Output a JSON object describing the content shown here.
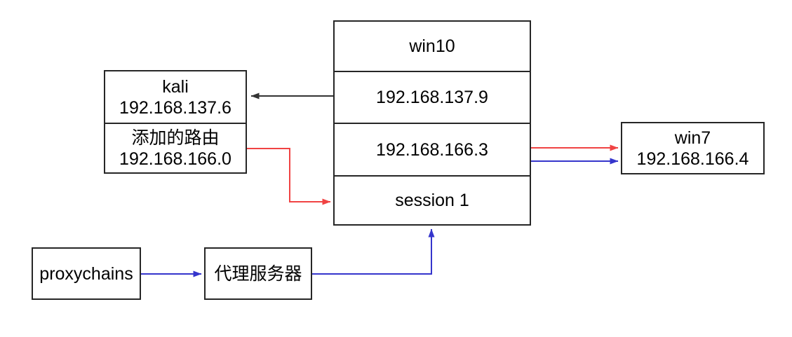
{
  "colors": {
    "canvas_bg": "#ffffff",
    "border": "#262626",
    "text": "#000000",
    "arrow_black": "#333333",
    "arrow_red": "#f04343",
    "arrow_blue": "#3535cc"
  },
  "nodes": {
    "win10": {
      "rows": [
        "win10",
        "192.168.137.9",
        "192.168.166.3",
        "session 1"
      ]
    },
    "kali": {
      "name": "kali",
      "ip": "192.168.137.6",
      "route_label": "添加的路由",
      "route_ip": "192.168.166.0"
    },
    "win7": {
      "name": "win7",
      "ip": "192.168.166.4"
    },
    "proxychains": {
      "label": "proxychains"
    },
    "proxy_server": {
      "label": "代理服务器"
    }
  },
  "edges": [
    {
      "from": "win10 (192.168.137.9)",
      "to": "kali",
      "color": "black",
      "style": "straight"
    },
    {
      "from": "kali (添加的路由 192.168.166.0)",
      "to": "win10 (session 1)",
      "color": "red",
      "style": "elbow"
    },
    {
      "from": "win10 (192.168.166.3)",
      "to": "win7",
      "color": "red",
      "style": "straight"
    },
    {
      "from": "win10 (192.168.166.3)",
      "to": "win7",
      "color": "blue",
      "style": "straight"
    },
    {
      "from": "proxychains",
      "to": "代理服务器",
      "color": "blue",
      "style": "straight"
    },
    {
      "from": "代理服务器",
      "to": "win10 (session 1)",
      "color": "blue",
      "style": "elbow"
    }
  ]
}
